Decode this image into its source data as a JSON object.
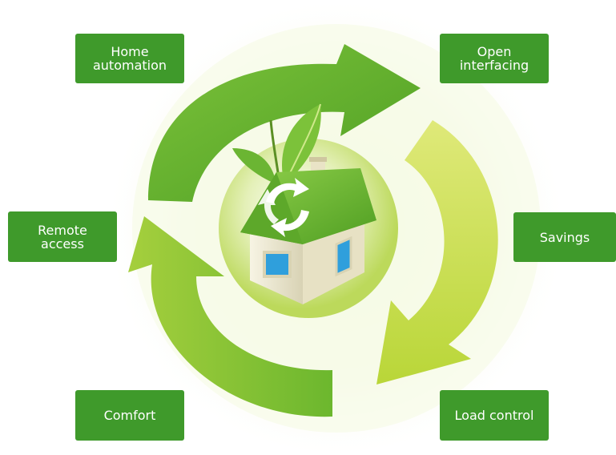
{
  "cycle_labels": {
    "home_automation": "Home\nautomation",
    "open_interfacing": "Open\ninterfacing",
    "remote_access": "Remote\naccess",
    "savings": "Savings",
    "comfort": "Comfort",
    "load_control": "Load control"
  },
  "colors": {
    "label_background": "#3f9a2b",
    "label_text": "#ffffff",
    "arrow_dark_green": "#5fb02c",
    "arrow_light_green": "#c9df4a",
    "house_roof": "#6bb533",
    "house_wall": "#f1ecd6",
    "window_blue": "#2f9fdc"
  },
  "icons": [
    "recycle-icon",
    "leaf-icon",
    "house-icon",
    "cycle-arrow-icon"
  ]
}
